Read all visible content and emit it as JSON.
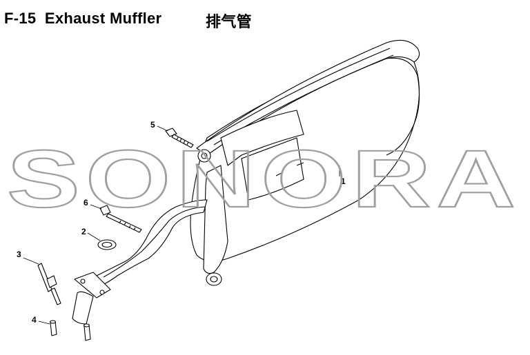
{
  "title": {
    "code": "F-15",
    "name": "Exhaust Muffler",
    "chinese": "排气管"
  },
  "watermark": "SONORA",
  "callouts": [
    "1",
    "2",
    "3",
    "4",
    "5",
    "6"
  ],
  "colors": {
    "line": "#000000",
    "watermark": "#a0a0a0",
    "background": "#ffffff"
  }
}
